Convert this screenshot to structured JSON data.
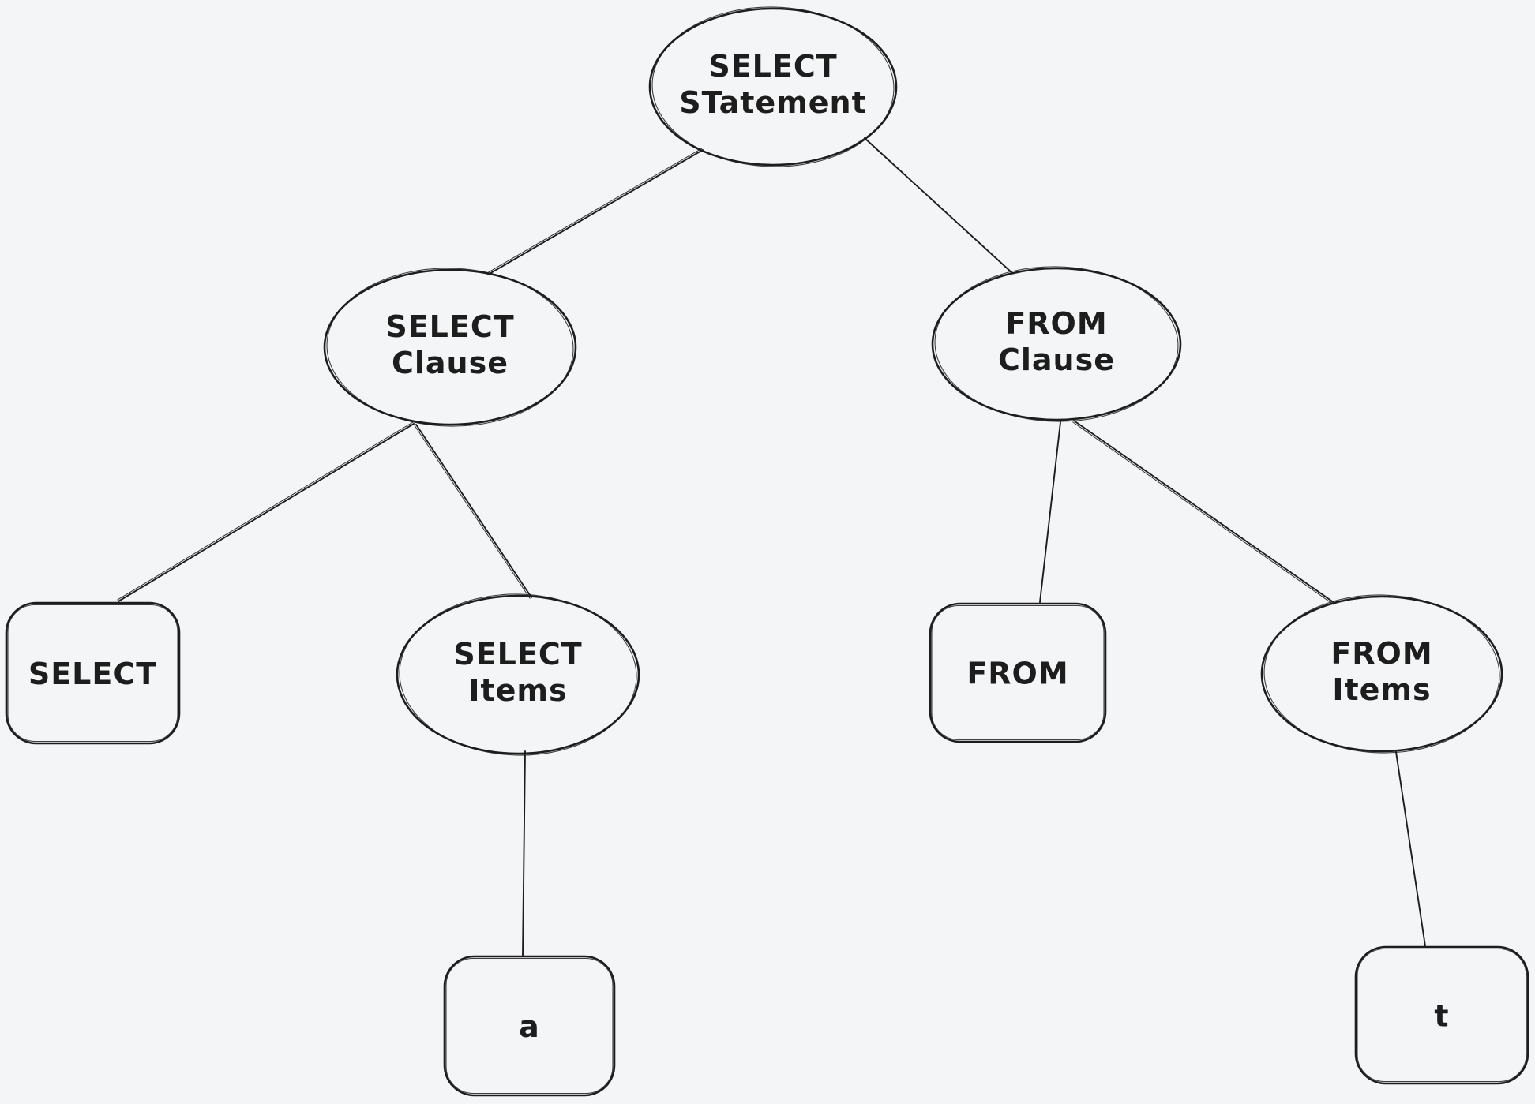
{
  "app": {
    "surface": "whiteboard-canvas"
  },
  "colors": {
    "background": "#f4f5f6",
    "stroke": "#1d1d1d",
    "text": "#1d1d1d"
  },
  "diagram": {
    "type": "tree",
    "nodes": [
      {
        "id": "select-statement",
        "shape": "ellipse",
        "label": "SELECT STatement",
        "lines": [
          "SELECT",
          "STatement"
        ]
      },
      {
        "id": "select-clause",
        "shape": "ellipse",
        "label": "SELECT Clause",
        "lines": [
          "SELECT",
          "Clause"
        ]
      },
      {
        "id": "from-clause",
        "shape": "ellipse",
        "label": "FROM Clause",
        "lines": [
          "FROM",
          "Clause"
        ]
      },
      {
        "id": "select-keyword",
        "shape": "rectangle",
        "label": "SELECT",
        "lines": [
          "SELECT"
        ]
      },
      {
        "id": "select-items",
        "shape": "ellipse",
        "label": "SELECT Items",
        "lines": [
          "SELECT",
          "Items"
        ]
      },
      {
        "id": "from-keyword",
        "shape": "rectangle",
        "label": "FROM",
        "lines": [
          "FROM"
        ]
      },
      {
        "id": "from-items",
        "shape": "ellipse",
        "label": "FROM Items",
        "lines": [
          "FROM",
          "Items"
        ]
      },
      {
        "id": "item-a",
        "shape": "rectangle",
        "label": "a",
        "lines": [
          "a"
        ]
      },
      {
        "id": "item-t",
        "shape": "rectangle",
        "label": "t",
        "lines": [
          "t"
        ]
      }
    ],
    "edges": [
      {
        "from": "select-statement",
        "to": "select-clause"
      },
      {
        "from": "select-statement",
        "to": "from-clause"
      },
      {
        "from": "select-clause",
        "to": "select-keyword"
      },
      {
        "from": "select-clause",
        "to": "select-items"
      },
      {
        "from": "from-clause",
        "to": "from-keyword"
      },
      {
        "from": "from-clause",
        "to": "from-items"
      },
      {
        "from": "select-items",
        "to": "item-a"
      },
      {
        "from": "from-items",
        "to": "item-t"
      }
    ]
  }
}
